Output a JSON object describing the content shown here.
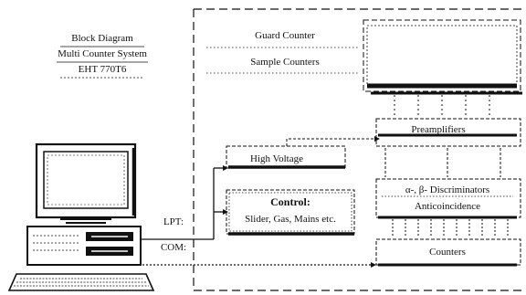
{
  "legend": {
    "lines": [
      "Block Diagram",
      "Multi Counter System",
      "EHT 770T6"
    ]
  },
  "detector": {
    "guard_label": "Guard Counter",
    "sample_label": "Sample Counters"
  },
  "blocks": {
    "preamplifiers": "Preamplifiers",
    "high_voltage": "High Voltage",
    "control_title": "Control:",
    "control_items": "Slider, Gas, Mains etc.",
    "discriminators": "α-, β- Discriminators",
    "anticoincidence": "Anticoincidence",
    "counters": "Counters"
  },
  "ports": {
    "lpt": "LPT:",
    "com": "COM:"
  },
  "colors": {
    "ink": "#111111",
    "background": "#ffffff"
  }
}
